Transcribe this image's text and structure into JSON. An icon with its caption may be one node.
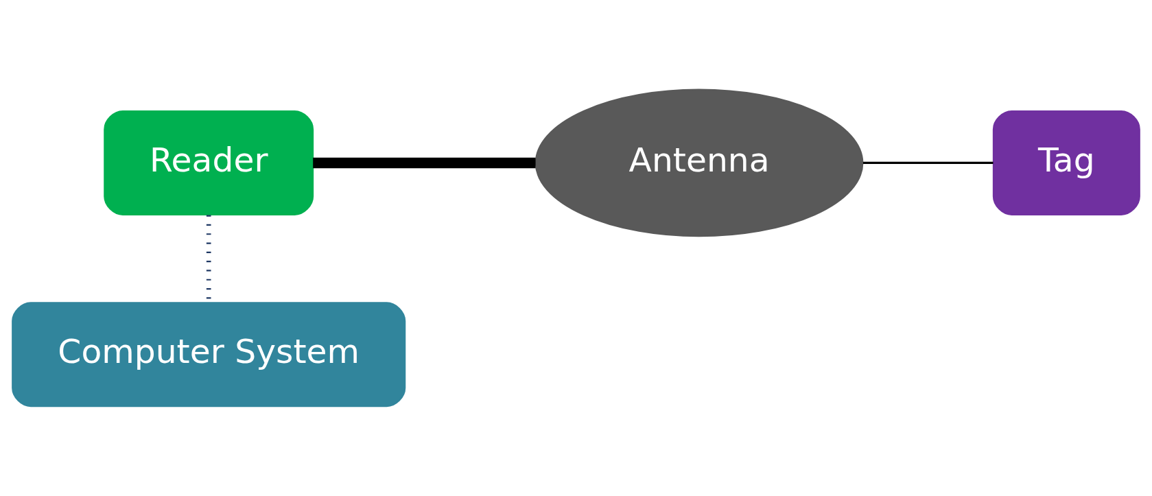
{
  "diagram": {
    "nodes": [
      {
        "text": [
          "Reader"
        ]
      },
      {
        "text": [
          "Antenna"
        ]
      },
      {
        "text": [
          "Tag"
        ]
      },
      {
        "text": [
          "Computer System"
        ]
      }
    ],
    "edges": [
      {
        "from": 0,
        "to": 1,
        "arrow": "none",
        "style": "thick"
      },
      {
        "from": 1,
        "to": 2,
        "arrow": "none"
      },
      {
        "from": 0,
        "to": 3,
        "arrow": "none",
        "style": "dashed",
        "color": "#1f3864"
      }
    ]
  }
}
